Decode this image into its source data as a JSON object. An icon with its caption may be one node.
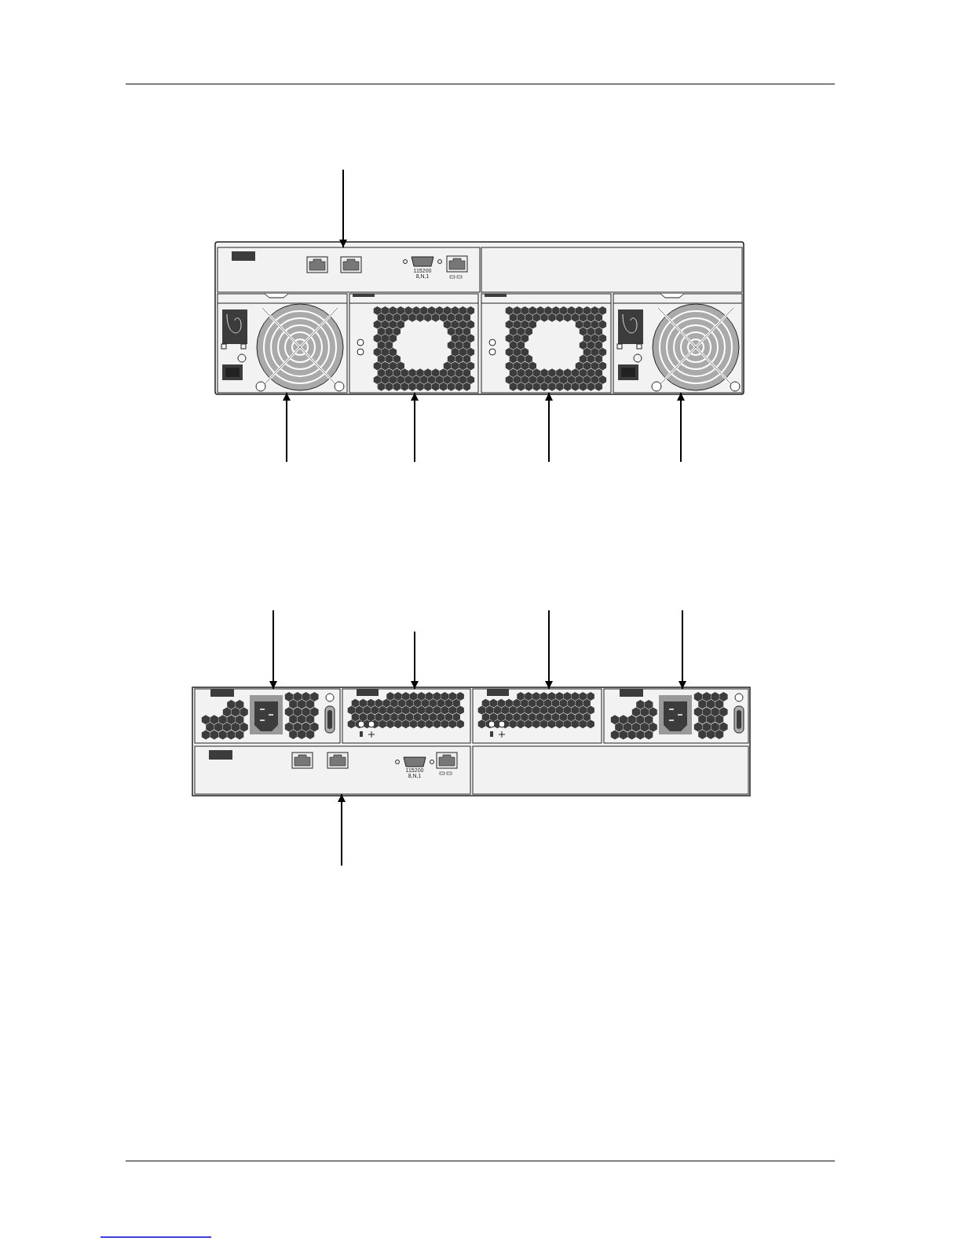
{
  "diagram": {
    "nodes": [
      {
        "text": [],
        "shape": "box"
      },
      {
        "text": [],
        "shape": "box"
      },
      {
        "text": [],
        "shape": "box"
      },
      {
        "text": [],
        "shape": "box"
      },
      {
        "text": [],
        "shape": "box"
      },
      {
        "text": [],
        "shape": "box"
      },
      {
        "text": [],
        "shape": "box"
      },
      {
        "text": [],
        "shape": "box"
      },
      {
        "text": [],
        "shape": "box"
      },
      {
        "text": [],
        "shape": "box"
      },
      {
        "text": [],
        "shape": "box"
      },
      {
        "text": [],
        "shape": "box"
      }
    ],
    "edges": [
      {
        "from": null,
        "to": 0,
        "arrow": "to"
      },
      {
        "from": null,
        "to": 1,
        "arrow": "to"
      },
      {
        "from": null,
        "to": 2,
        "arrow": "to"
      },
      {
        "from": null,
        "to": 3,
        "arrow": "to"
      },
      {
        "from": null,
        "to": 4,
        "arrow": "to"
      },
      {
        "from": null,
        "to": 5,
        "arrow": "to"
      },
      {
        "from": null,
        "to": 6,
        "arrow": "to"
      },
      {
        "from": null,
        "to": 7,
        "arrow": "to"
      },
      {
        "from": null,
        "to": 8,
        "arrow": "to"
      },
      {
        "from": null,
        "to": 9,
        "arrow": "to"
      }
    ],
    "labels": [
      "115200 8,N,1",
      "115200 8,N,1"
    ]
  }
}
